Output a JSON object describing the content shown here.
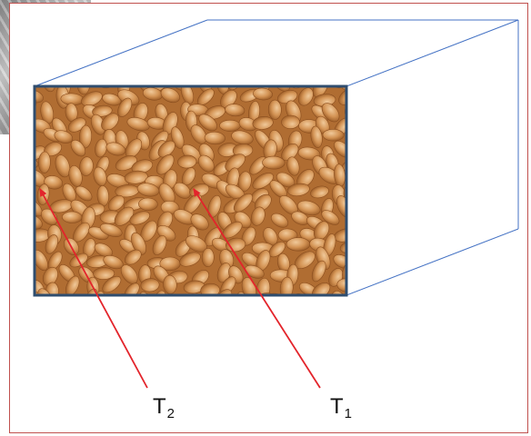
{
  "labels": {
    "t2": {
      "main": "T",
      "sub": "2"
    },
    "t1": {
      "main": "T",
      "sub": "1"
    }
  },
  "colors": {
    "box_edge": "#4472c4",
    "front_border": "#2f4d6e",
    "arrow": "#e3242b",
    "frame": "#c0504d",
    "almond_light": "#d9a066",
    "almond_dark": "#a8622a"
  },
  "image": {
    "content": "almonds"
  }
}
